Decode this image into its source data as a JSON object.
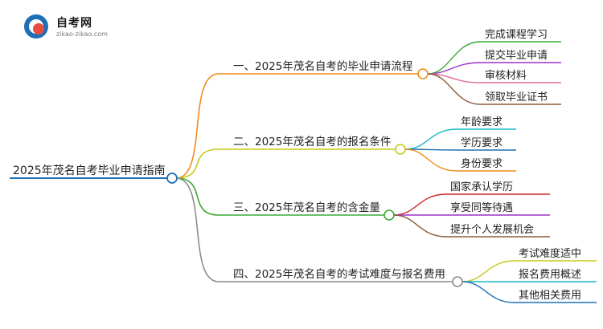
{
  "logo": {
    "title": "自考网",
    "subtitle": "zikao-zikao.com"
  },
  "root": {
    "label": "2025年茂名自考毕业申请指南",
    "color": "#1f6fb8"
  },
  "branches": [
    {
      "label": "一、2025年茂名自考的毕业申请流程",
      "color": "#f08c1a",
      "children": [
        {
          "label": "完成课程学习",
          "color": "#3aaa35"
        },
        {
          "label": "提交毕业申请",
          "color": "#9b30c8"
        },
        {
          "label": "审核材料",
          "color": "#e0699b"
        },
        {
          "label": "领取毕业证书",
          "color": "#8b5a3c"
        }
      ]
    },
    {
      "label": "二、2025年茂名自考的报名条件",
      "color": "#c8c81e",
      "children": [
        {
          "label": "年龄要求",
          "color": "#1ab8c8"
        },
        {
          "label": "学历要求",
          "color": "#1f6fb8"
        },
        {
          "label": "身份要求",
          "color": "#f08c1a"
        }
      ]
    },
    {
      "label": "三、2025年茂名自考的含金量",
      "color": "#3aaa35",
      "children": [
        {
          "label": "国家承认学历",
          "color": "#d42a2a"
        },
        {
          "label": "享受同等待遇",
          "color": "#9b30c8"
        },
        {
          "label": "提升个人发展机会",
          "color": "#8b5a3c"
        }
      ]
    },
    {
      "label": "四、2025年茂名自考的考试难度与报名费用",
      "color": "#8c8c8c",
      "children": [
        {
          "label": "考试难度适中",
          "color": "#c8c81e"
        },
        {
          "label": "报名费用概述",
          "color": "#1ab8c8"
        },
        {
          "label": "其他相关费用",
          "color": "#1f6fb8"
        }
      ]
    }
  ]
}
